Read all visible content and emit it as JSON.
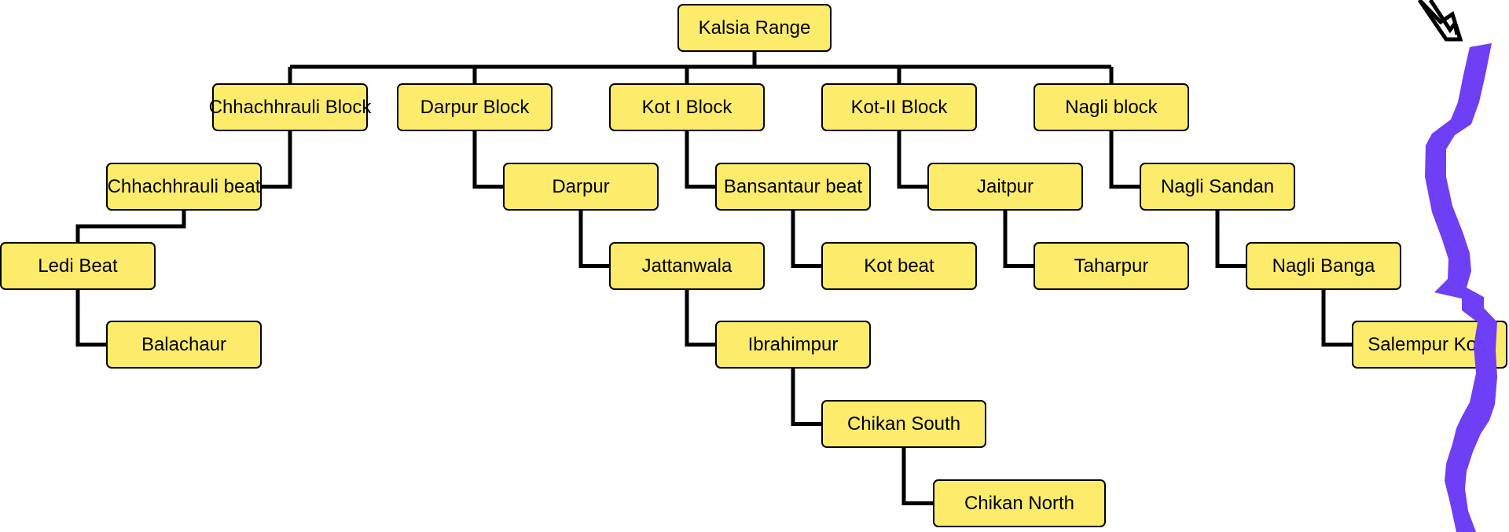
{
  "diagram": {
    "root": {
      "id": "kalsia_range",
      "label": "Kalsia  Range"
    },
    "blocks": [
      {
        "id": "chhachhrauli_block",
        "label": "Chhachhrauli Block",
        "children": [
          {
            "id": "chhachhrauli_beat",
            "label": "Chhachhrauli beat"
          },
          {
            "id": "ledi_beat",
            "label": "Ledi Beat"
          },
          {
            "id": "balachaur",
            "label": "Balachaur"
          }
        ]
      },
      {
        "id": "darpur_block",
        "label": "Darpur Block",
        "children": [
          {
            "id": "darpur",
            "label": "Darpur"
          },
          {
            "id": "jattanwala",
            "label": "Jattanwala"
          },
          {
            "id": "ibrahimpur",
            "label": "Ibrahimpur"
          },
          {
            "id": "chikan_south",
            "label": "Chikan South"
          },
          {
            "id": "chikan_north",
            "label": "Chikan North"
          }
        ]
      },
      {
        "id": "kot_i_block",
        "label": "Kot I Block",
        "children": [
          {
            "id": "bansantaur_beat",
            "label": "Bansantaur beat"
          },
          {
            "id": "kot_beat",
            "label": "Kot beat"
          }
        ]
      },
      {
        "id": "kot_ii_block",
        "label": "Kot-II Block",
        "children": [
          {
            "id": "jaitpur",
            "label": "Jaitpur"
          },
          {
            "id": "taharpur",
            "label": "Taharpur"
          }
        ]
      },
      {
        "id": "nagli_block",
        "label": "Nagli block",
        "children": [
          {
            "id": "nagli_sandan",
            "label": "Nagli Sandan"
          },
          {
            "id": "nagli_banga",
            "label": "Nagli Banga"
          },
          {
            "id": "salempur_kohi",
            "label": "Salempur Kohi"
          }
        ]
      }
    ]
  },
  "colors": {
    "node_fill": "#fdec6b",
    "node_border": "#000000",
    "connector": "#000000",
    "decoration": "#6e3ff5"
  }
}
